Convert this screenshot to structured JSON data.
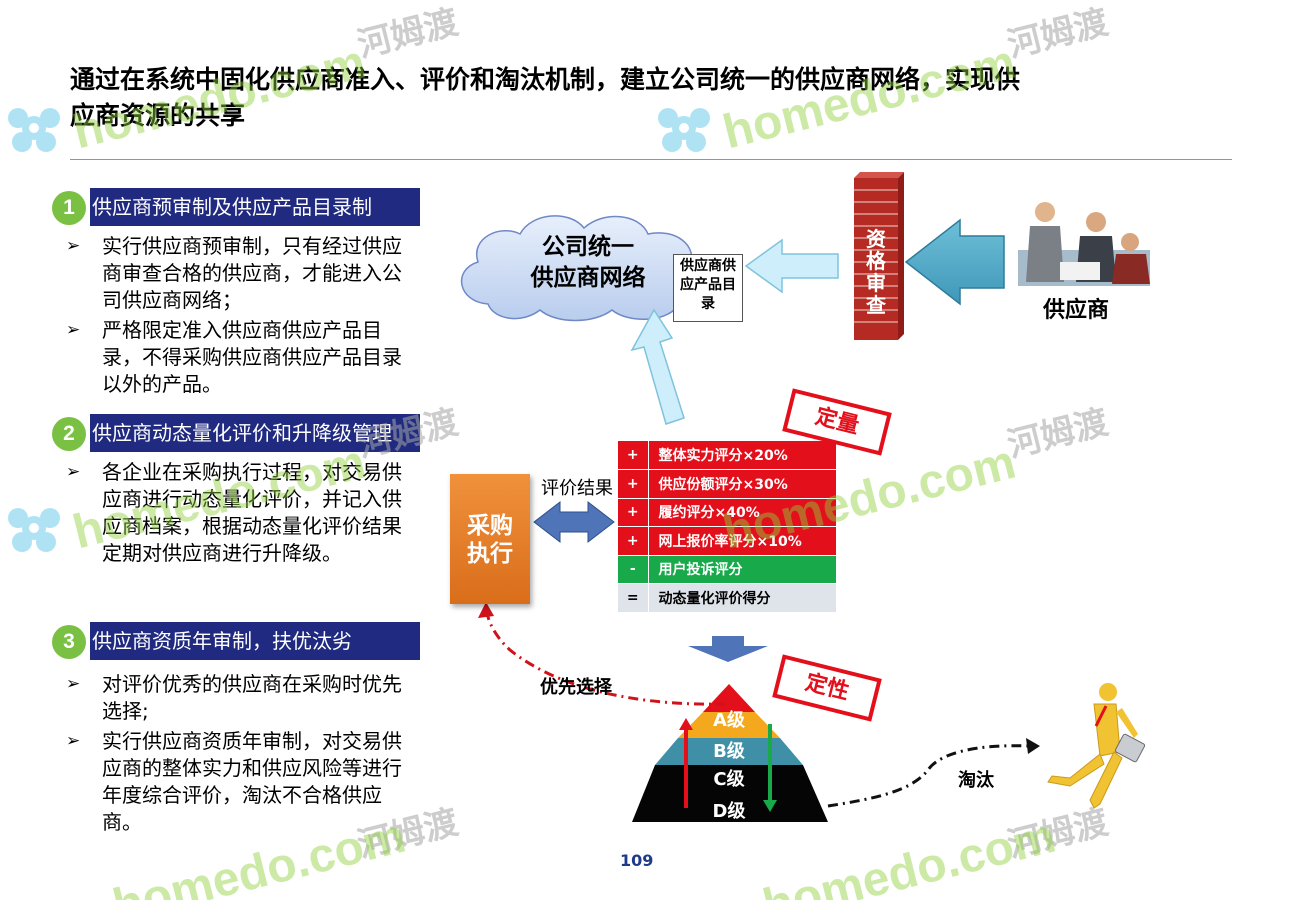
{
  "title": "通过在系统中固化供应商准入、评价和淘汰机制，建立公司统一的供应商网络，实现供应商资源的共享",
  "sections": [
    {
      "num": "1",
      "heading": "供应商预审制及供应产品目录制",
      "bullets": [
        "实行供应商预审制，只有经过供应商审查合格的供应商，才能进入公司供应商网络；",
        "严格限定准入供应商供应产品目录，不得采购供应商供应产品目录以外的产品。"
      ]
    },
    {
      "num": "2",
      "heading": "供应商动态量化评价和升降级管理",
      "bullets": [
        "各企业在采购执行过程，对交易供应商进行动态量化评价，并记入供应商档案，根据动态量化评价结果定期对供应商进行升降级。"
      ]
    },
    {
      "num": "3",
      "heading": "供应商资质年审制，扶优汰劣",
      "bullets": [
        "对评价优秀的供应商在采购时优先选择;",
        "实行供应商资质年审制，对交易供应商的整体实力和供应风险等进行年度综合评价，淘汰不合格供应商。"
      ]
    }
  ],
  "bullet_glyph": "➢",
  "diagram": {
    "cloud_line1": "公司统一",
    "cloud_line2": "供应商网络",
    "catalog_doc": "供应商供应产品目录",
    "wall_text": "资格审查",
    "supplier": "供应商",
    "quant_stamp": "定量",
    "qual_stamp": "定性",
    "eval_result": "评价结果",
    "exec_line1": "采购",
    "exec_line2": "执行",
    "score_rows": [
      {
        "sign": "+",
        "label": "整体实力评分×20%",
        "color": "red"
      },
      {
        "sign": "+",
        "label": "供应份额评分×30%",
        "color": "red"
      },
      {
        "sign": "+",
        "label": "履约评分×40%",
        "color": "red"
      },
      {
        "sign": "+",
        "label": "网上报价率评分×10%",
        "color": "red"
      },
      {
        "sign": "-",
        "label": "用户投诉评分",
        "color": "green"
      },
      {
        "sign": "=",
        "label": "动态量化评价得分",
        "color": "gray"
      }
    ],
    "preferred": "优先选择",
    "eliminate": "淘汰",
    "levels": [
      "A级",
      "B级",
      "C级",
      "D级"
    ]
  },
  "page_number": "109",
  "watermark": {
    "cn": "河姆渡",
    "en": "homedo.com"
  }
}
